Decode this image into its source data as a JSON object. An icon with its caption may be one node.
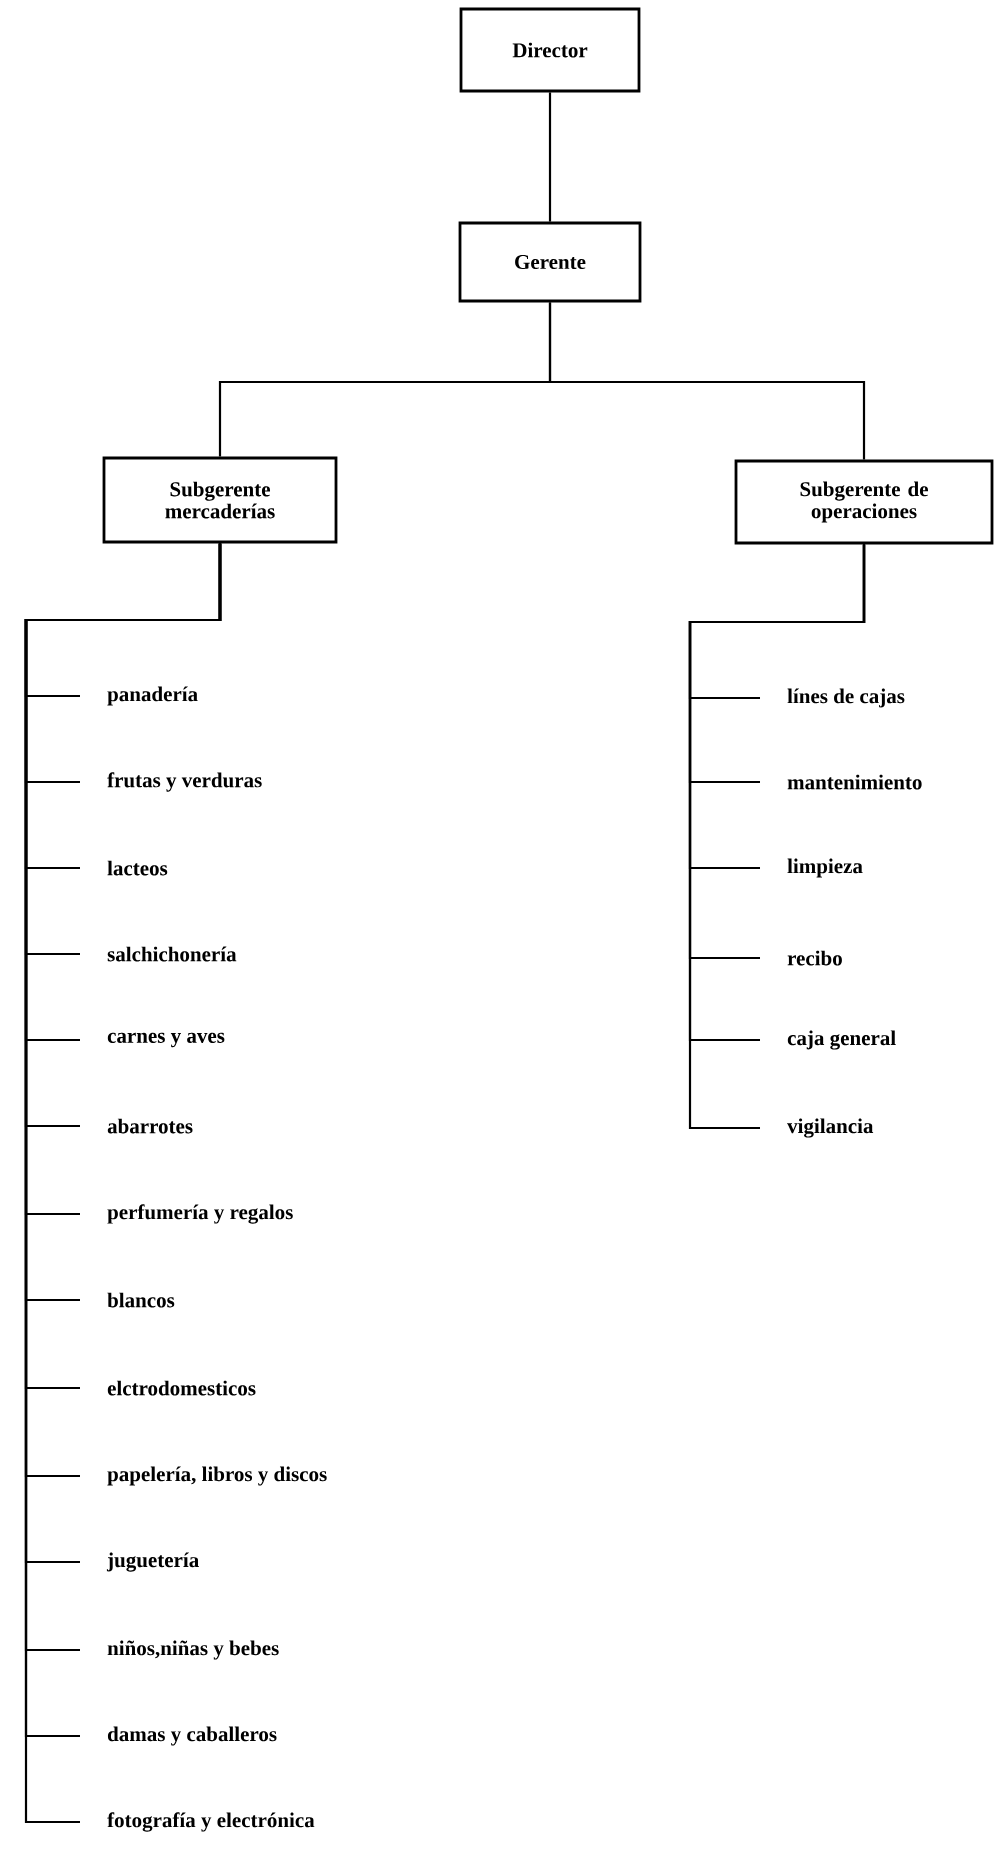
{
  "diagram": {
    "nodes": [
      {
        "text": [
          "Director"
        ]
      },
      {
        "text": [
          "Gerente"
        ]
      },
      {
        "text": [
          "Subgerente mercaderías"
        ]
      },
      {
        "text": [
          "Subgerente de operaciones"
        ]
      },
      {
        "text": [
          "panadería"
        ]
      },
      {
        "text": [
          "frutas y verduras"
        ]
      },
      {
        "text": [
          "lacteos"
        ]
      },
      {
        "text": [
          "salchichonería"
        ]
      },
      {
        "text": [
          "carnes y aves"
        ]
      },
      {
        "text": [
          "abarrotes"
        ]
      },
      {
        "text": [
          "perfumería y regalos"
        ]
      },
      {
        "text": [
          "blancos"
        ]
      },
      {
        "text": [
          "elctrodomesticos"
        ]
      },
      {
        "text": [
          "papelería, libros y discos"
        ]
      },
      {
        "text": [
          "juguetería"
        ]
      },
      {
        "text": [
          "niños,niñas y bebes"
        ]
      },
      {
        "text": [
          "damas y caballeros"
        ]
      },
      {
        "text": [
          "fotografía y electrónica"
        ]
      },
      {
        "text": [
          "línes de cajas"
        ]
      },
      {
        "text": [
          "mantenimiento"
        ]
      },
      {
        "text": [
          "limpieza"
        ]
      },
      {
        "text": [
          "recibo"
        ]
      },
      {
        "text": [
          "caja general"
        ]
      },
      {
        "text": [
          "vigilancia"
        ]
      }
    ],
    "edges": [
      {
        "from": 0,
        "to": 1,
        "arrow": "none"
      },
      {
        "from": 1,
        "to": 2,
        "arrow": "none"
      },
      {
        "from": 1,
        "to": 3,
        "arrow": "none"
      },
      {
        "from": 2,
        "to": 4,
        "arrow": "none"
      },
      {
        "from": 2,
        "to": 5,
        "arrow": "none"
      },
      {
        "from": 2,
        "to": 6,
        "arrow": "none"
      },
      {
        "from": 2,
        "to": 7,
        "arrow": "none"
      },
      {
        "from": 2,
        "to": 8,
        "arrow": "none"
      },
      {
        "from": 2,
        "to": 9,
        "arrow": "none"
      },
      {
        "from": 2,
        "to": 10,
        "arrow": "none"
      },
      {
        "from": 2,
        "to": 11,
        "arrow": "none"
      },
      {
        "from": 2,
        "to": 12,
        "arrow": "none"
      },
      {
        "from": 2,
        "to": 13,
        "arrow": "none"
      },
      {
        "from": 2,
        "to": 14,
        "arrow": "none"
      },
      {
        "from": 2,
        "to": 15,
        "arrow": "none"
      },
      {
        "from": 2,
        "to": 16,
        "arrow": "none"
      },
      {
        "from": 2,
        "to": 17,
        "arrow": "none"
      },
      {
        "from": 3,
        "to": 18,
        "arrow": "none"
      },
      {
        "from": 3,
        "to": 19,
        "arrow": "none"
      },
      {
        "from": 3,
        "to": 20,
        "arrow": "none"
      },
      {
        "from": 3,
        "to": 21,
        "arrow": "none"
      },
      {
        "from": 3,
        "to": 22,
        "arrow": "none"
      },
      {
        "from": 3,
        "to": 23,
        "arrow": "none"
      }
    ]
  }
}
